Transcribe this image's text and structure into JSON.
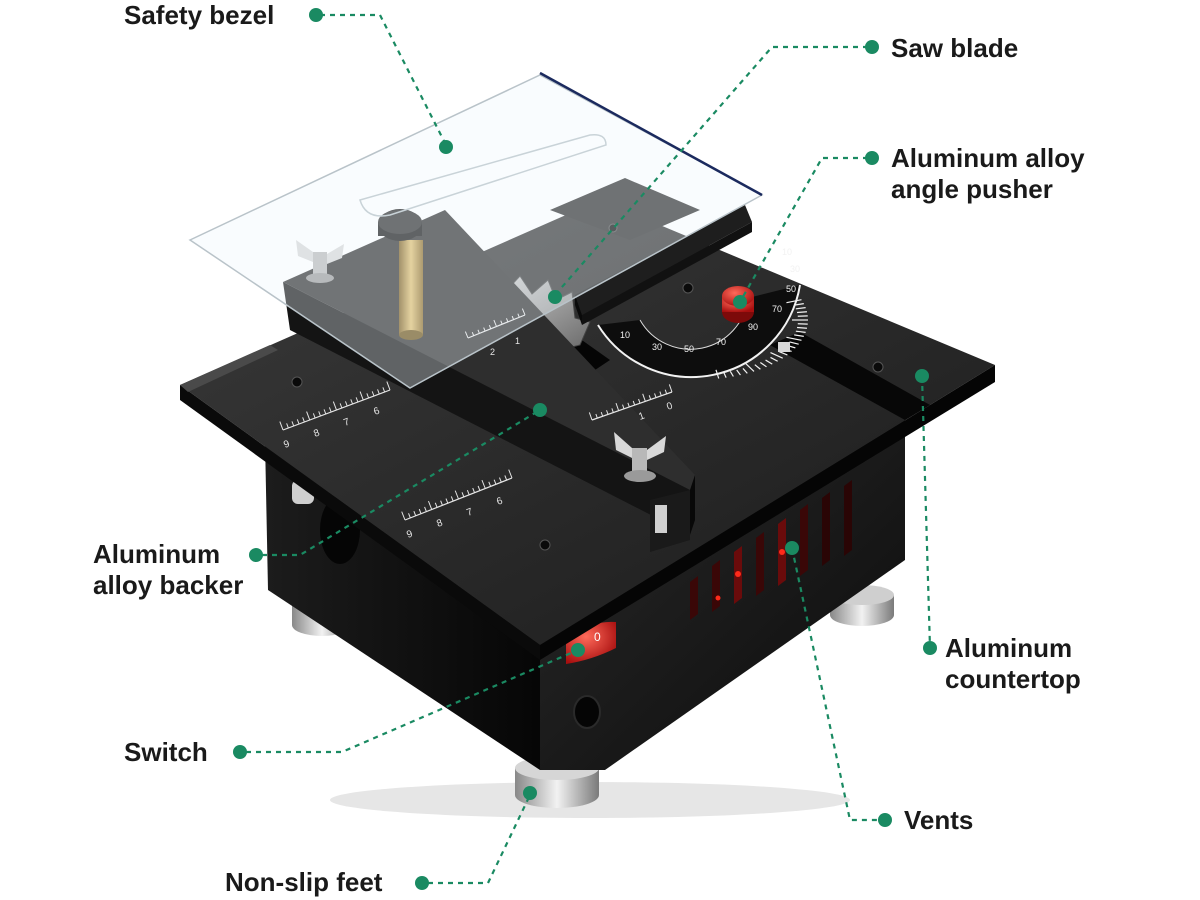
{
  "callouts": {
    "safety_bezel": "Safety bezel",
    "saw_blade": "Saw blade",
    "angle_pusher": [
      "Aluminum alloy",
      "angle pusher"
    ],
    "backer": [
      "Aluminum",
      "alloy backer"
    ],
    "countertop": [
      "Aluminum",
      "countertop"
    ],
    "switch": "Switch",
    "vents": "Vents",
    "feet": "Non-slip feet"
  },
  "scale_marks": {
    "fence_left": [
      "9",
      "8",
      "7",
      "6"
    ],
    "table_front": [
      "9",
      "8",
      "7",
      "6"
    ],
    "table_right": [
      "0",
      "1"
    ],
    "fence_top": [
      "2",
      "1"
    ],
    "protractor": [
      "10",
      "30",
      "50",
      "70",
      "90",
      "70",
      "50",
      "30",
      "10"
    ]
  },
  "switch_mark": "0",
  "colors": {
    "accent": "#1a8a62",
    "body": "#161616",
    "knob_red": "#d11a1a"
  }
}
